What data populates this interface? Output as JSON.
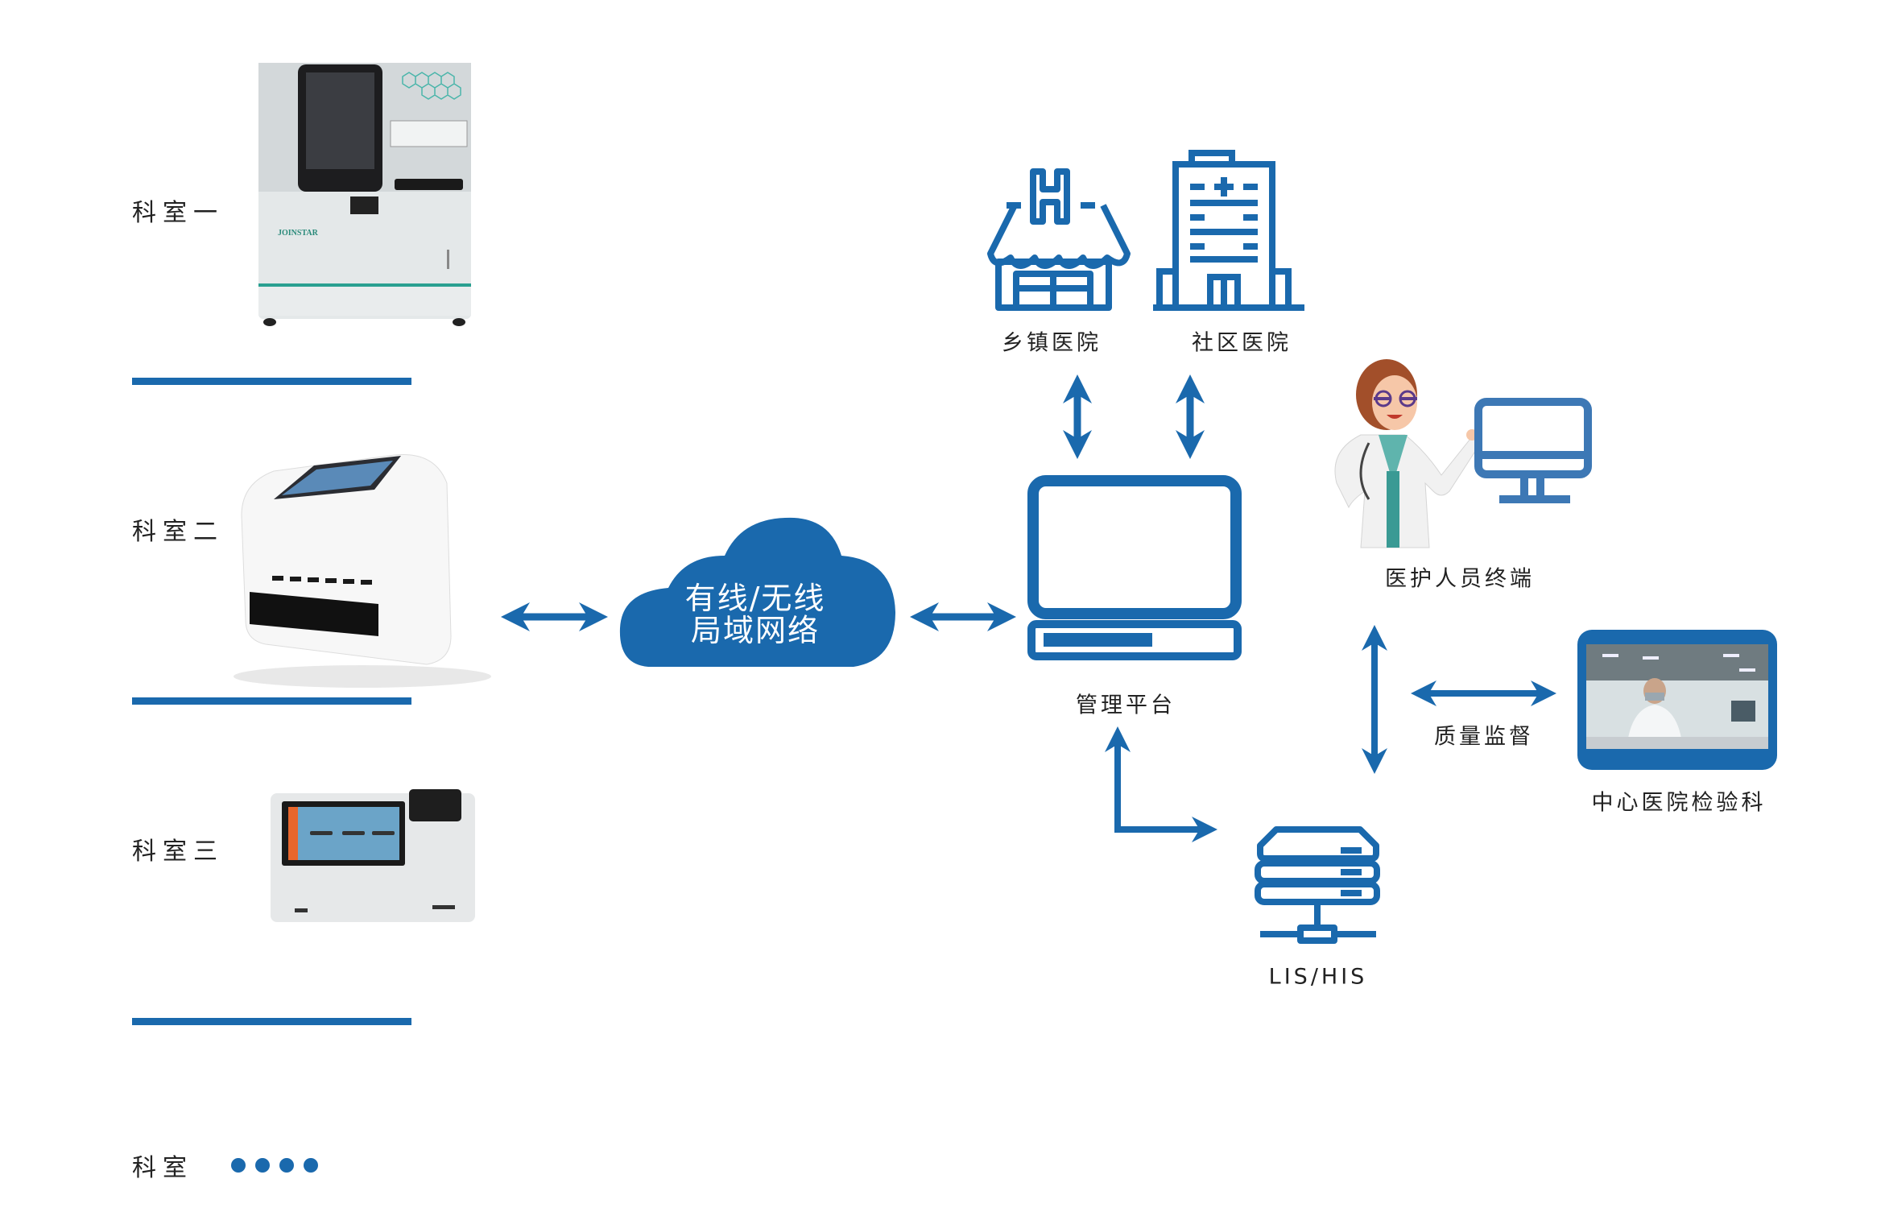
{
  "colors": {
    "accent": "#1a69ad",
    "text": "#222222"
  },
  "departments": [
    {
      "label": "科室一",
      "device": "analyzer-large"
    },
    {
      "label": "科室二",
      "device": "analyzer-benchtop"
    },
    {
      "label": "科室三",
      "device": "analyzer-tablet"
    },
    {
      "label": "科室",
      "device": "more-dots"
    }
  ],
  "device_brand": "JOINSTAR",
  "network": {
    "line1": "有线/无线",
    "line2": "局域网络"
  },
  "nodes": {
    "township_hospital": "乡镇医院",
    "community_hospital": "社区医院",
    "platform": "管理平台",
    "medical_terminal": "医护人员终端",
    "quality": "质量监督",
    "central_lab": "中心医院检验科",
    "lis": "LIS/HIS"
  }
}
